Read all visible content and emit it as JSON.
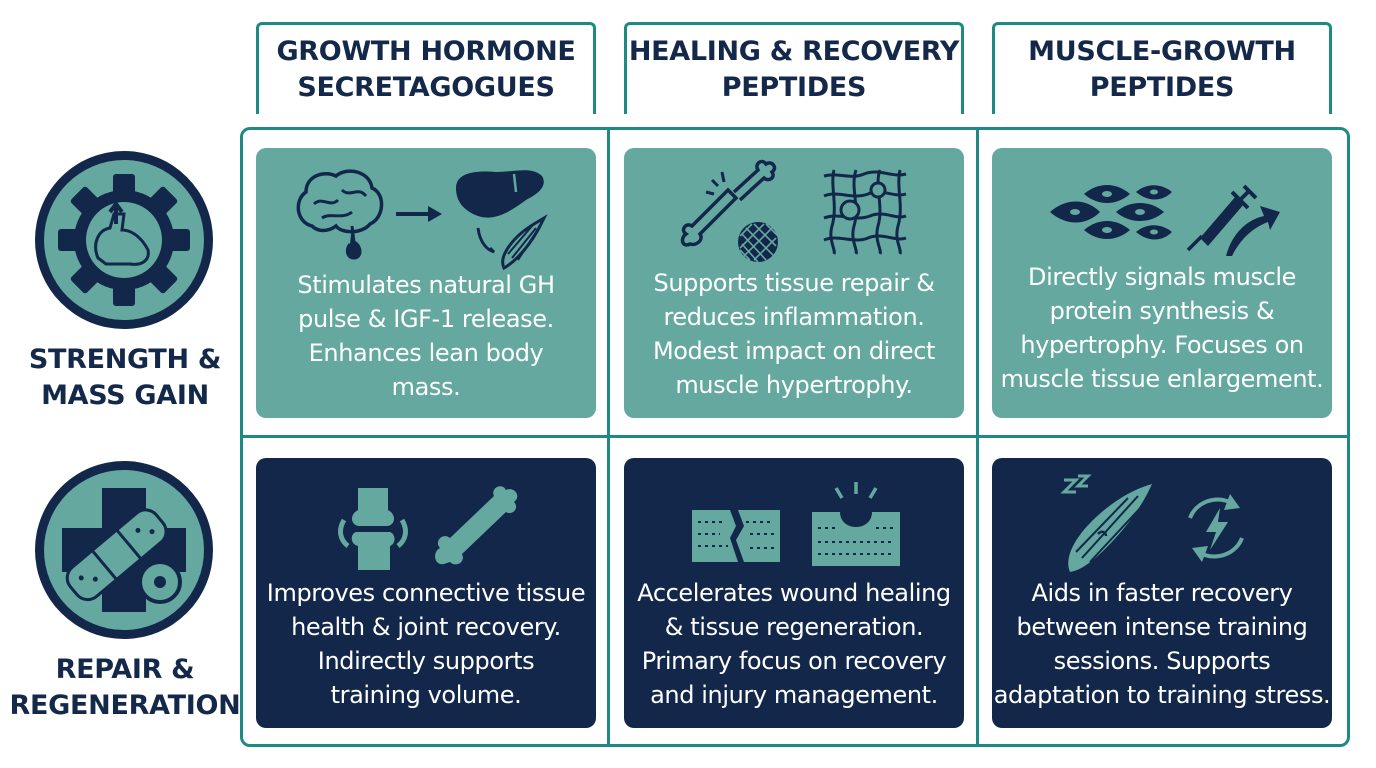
{
  "columns": [
    {
      "lines": [
        "GROWTH HORMONE",
        "SECRETAGOGUES"
      ]
    },
    {
      "lines": [
        "HEALING & RECOVERY",
        "PEPTIDES"
      ]
    },
    {
      "lines": [
        "MUSCLE-GROWTH",
        "PEPTIDES"
      ]
    }
  ],
  "rows": [
    {
      "lines": [
        "STRENGTH &",
        "MASS GAIN"
      ],
      "icon": "flexed-arm-gear-icon"
    },
    {
      "lines": [
        "REPAIR &",
        "REGENERATION"
      ],
      "icon": "bandage-cross-icon"
    }
  ],
  "cells": {
    "strength": [
      {
        "lines": [
          "Stimulates natural GH",
          "pulse & IGF-1 release.",
          "Enhances lean body",
          "mass."
        ],
        "icons": [
          "brain-pituitary-icon",
          "arrow-right-icon",
          "liver-icon",
          "muscle-icon"
        ]
      },
      {
        "lines": [
          "Supports tissue repair &",
          "reduces inflammation.",
          "Modest impact on direct",
          "muscle hypertrophy."
        ],
        "icons": [
          "broken-bone-icon",
          "mesh-icon",
          "tissue-cells-icon"
        ]
      },
      {
        "lines": [
          "Directly signals muscle",
          "protein synthesis &",
          "hypertrophy. Focuses on",
          "muscle tissue enlargement."
        ],
        "icons": [
          "muscle-cells-icon",
          "syringe-icon",
          "upward-arrow-icon"
        ]
      }
    ],
    "repair": [
      {
        "lines": [
          "Improves connective tissue",
          "health & joint recovery.",
          "Indirectly supports",
          "training volume."
        ],
        "icons": [
          "knee-joint-icon",
          "bone-icon"
        ]
      },
      {
        "lines": [
          "Accelerates wound healing",
          "& tissue regeneration.",
          "Primary focus on recovery",
          "and injury management."
        ],
        "icons": [
          "torn-skin-icon",
          "healing-skin-icon"
        ]
      },
      {
        "lines": [
          "Aids in faster recovery",
          "between intense training",
          "sessions. Supports",
          "adaptation to training stress."
        ],
        "icons": [
          "resting-muscle-icon",
          "recovery-cycle-icon"
        ]
      }
    ]
  },
  "colors": {
    "teal": "#64a89f",
    "navy": "#13274a",
    "border": "#1f8a84",
    "heading": "#14284a"
  }
}
